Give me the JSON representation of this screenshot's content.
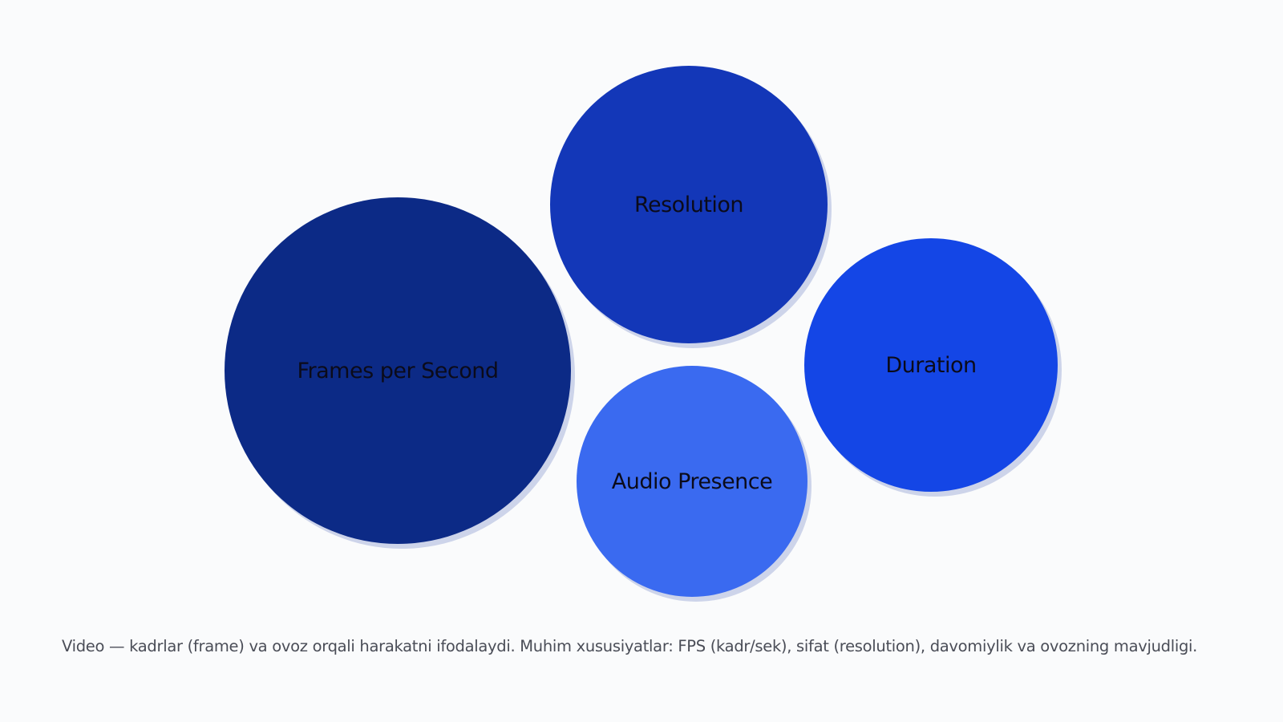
{
  "bubbles": [
    {
      "id": "fps",
      "label": "Frames per Second",
      "color": "#0c2a86"
    },
    {
      "id": "res",
      "label": "Resolution",
      "color": "#1337b8"
    },
    {
      "id": "dur",
      "label": "Duration",
      "color": "#1446e6"
    },
    {
      "id": "aud",
      "label": "Audio Presence",
      "color": "#3a6af0"
    }
  ],
  "caption": "Video — kadrlar (frame) va ovoz orqali harakatni ifodalaydi. Muhim xususiyatlar: FPS (kadr/sek), sifat (resolution), davomiylik va ovozning mavjudligi."
}
